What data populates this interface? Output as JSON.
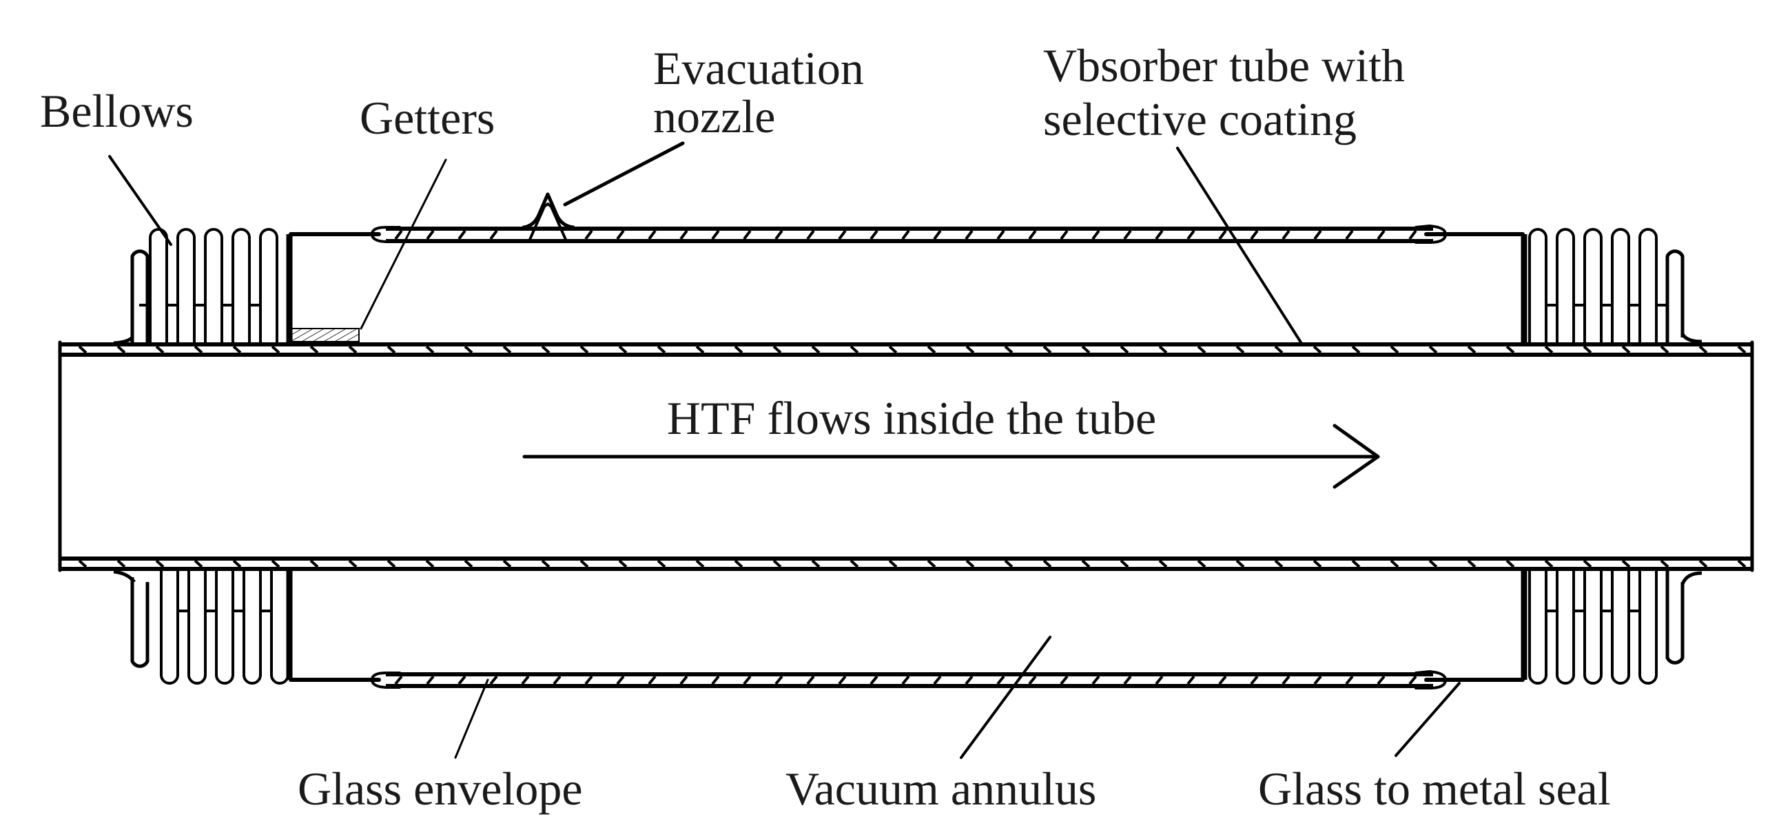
{
  "figure": {
    "type": "schematic cross-section",
    "subject": "Evacuated receiver tube of a parabolic trough collector",
    "line_color": "#000000",
    "text_color": "#1a1a1a",
    "background": "#ffffff"
  },
  "labels": {
    "bellows": "Bellows",
    "getters": "Getters",
    "evacuation_nozzle": [
      "Evacuation",
      "nozzle"
    ],
    "absorber_tube": [
      "Vbsorber tube with",
      "selective coating"
    ],
    "flow": "HTF flows inside the tube",
    "glass_envelope": "Glass envelope",
    "vacuum_annulus": "Vacuum annulus",
    "glass_to_metal_seal": "Glass to metal seal"
  },
  "components": [
    {
      "id": "absorber-tube",
      "name": "Absorber tube with selective coating"
    },
    {
      "id": "glass-envelope",
      "name": "Glass envelope"
    },
    {
      "id": "bellows",
      "name": "Bellows",
      "count": 2
    },
    {
      "id": "getters",
      "name": "Getters"
    },
    {
      "id": "evacuation-nozzle",
      "name": "Evacuation nozzle"
    },
    {
      "id": "vacuum-annulus",
      "name": "Vacuum annulus"
    },
    {
      "id": "glass-to-metal-seal",
      "name": "Glass to metal seal",
      "count": 2
    },
    {
      "id": "flow-arrow",
      "name": "HTF flow direction",
      "direction": "left-to-right"
    }
  ]
}
